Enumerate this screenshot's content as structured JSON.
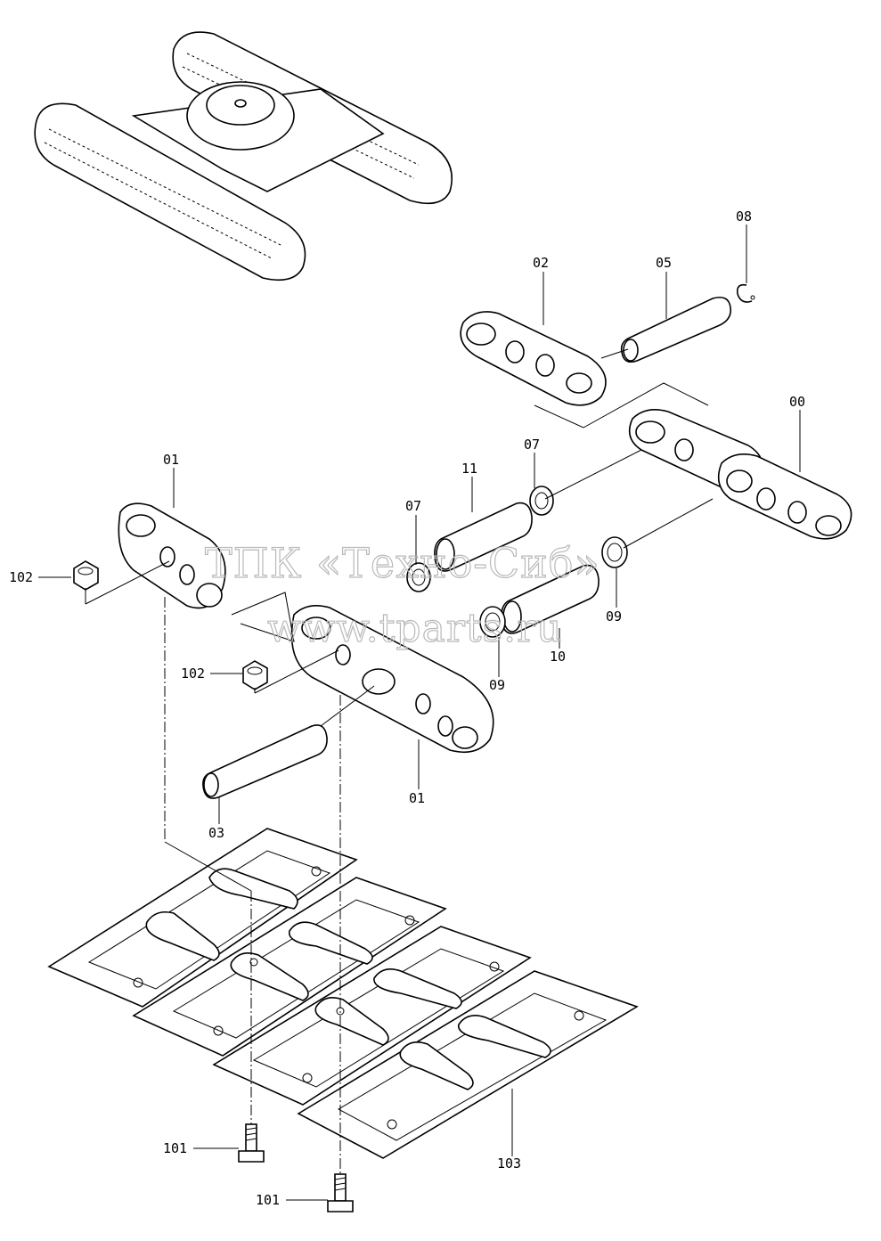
{
  "watermark": {
    "line1": "ТПК «Техно-Сиб»",
    "line2": "www.tparts.ru"
  },
  "callouts": {
    "c00": "00",
    "c01a": "01",
    "c01b": "01",
    "c02": "02",
    "c03": "03",
    "c05": "05",
    "c07a": "07",
    "c07b": "07",
    "c08": "08",
    "c09a": "09",
    "c09b": "09",
    "c10": "10",
    "c11": "11",
    "c101a": "101",
    "c101b": "101",
    "c102a": "102",
    "c102b": "102",
    "c103": "103"
  }
}
